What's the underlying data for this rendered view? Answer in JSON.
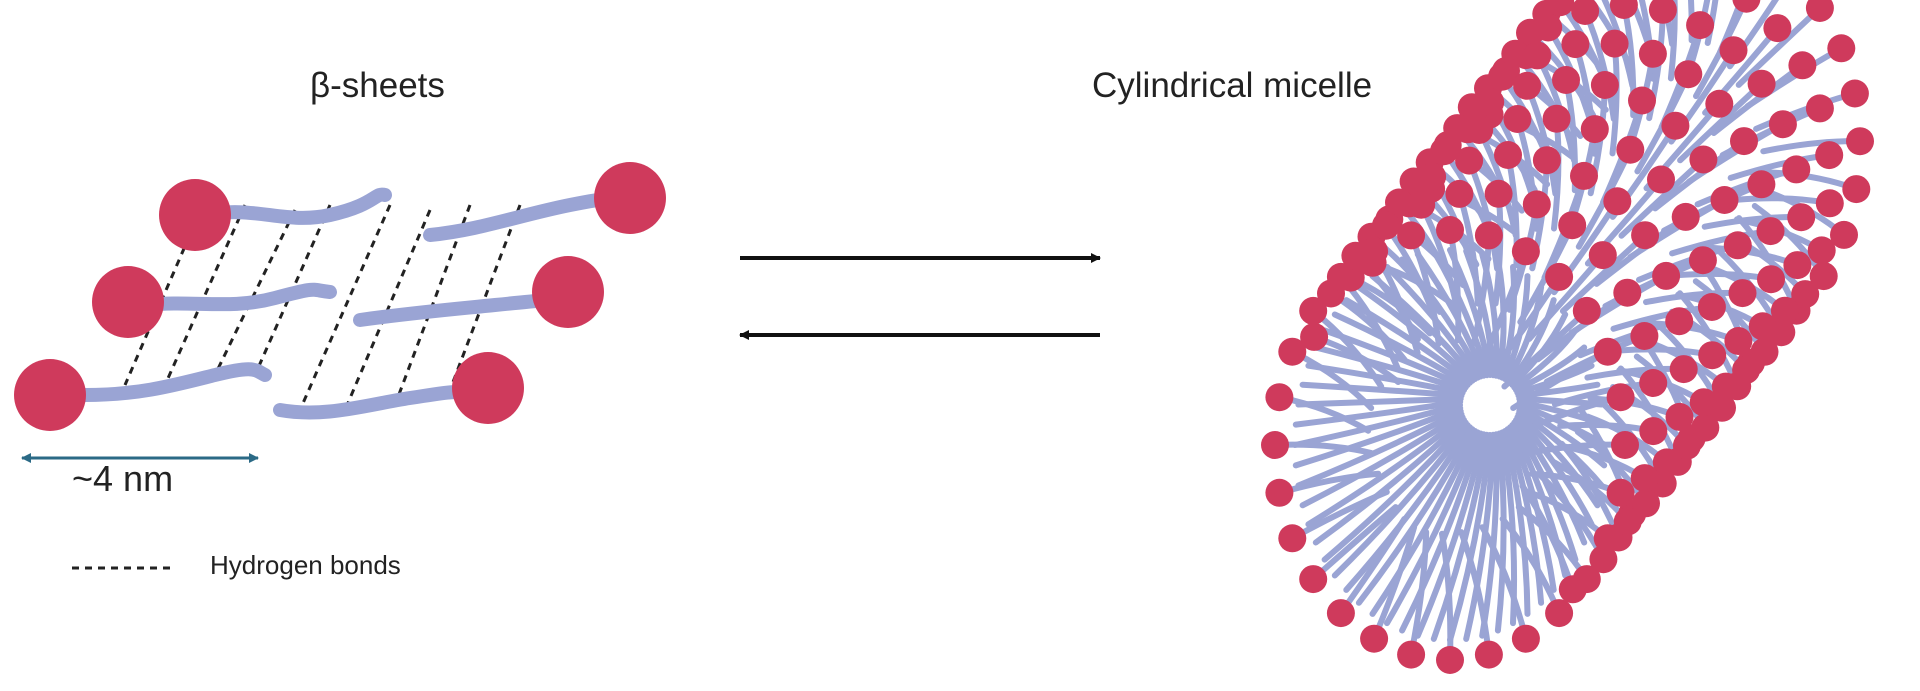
{
  "left_panel": {
    "title": "β-sheets",
    "scale_label": "~4 nm",
    "legend_label": "Hydrogen bonds"
  },
  "right_panel": {
    "title": "Cylindrical micelle"
  },
  "colors": {
    "head": "#cf3a5c",
    "tail": "#9aa4d4",
    "hbond": "#222222",
    "scale_arrow": "#2b6a86",
    "arrow": "#111111"
  },
  "icons": {
    "equilibrium": "reversible-arrows-icon",
    "peptide": "amphiphile-molecule-icon"
  }
}
